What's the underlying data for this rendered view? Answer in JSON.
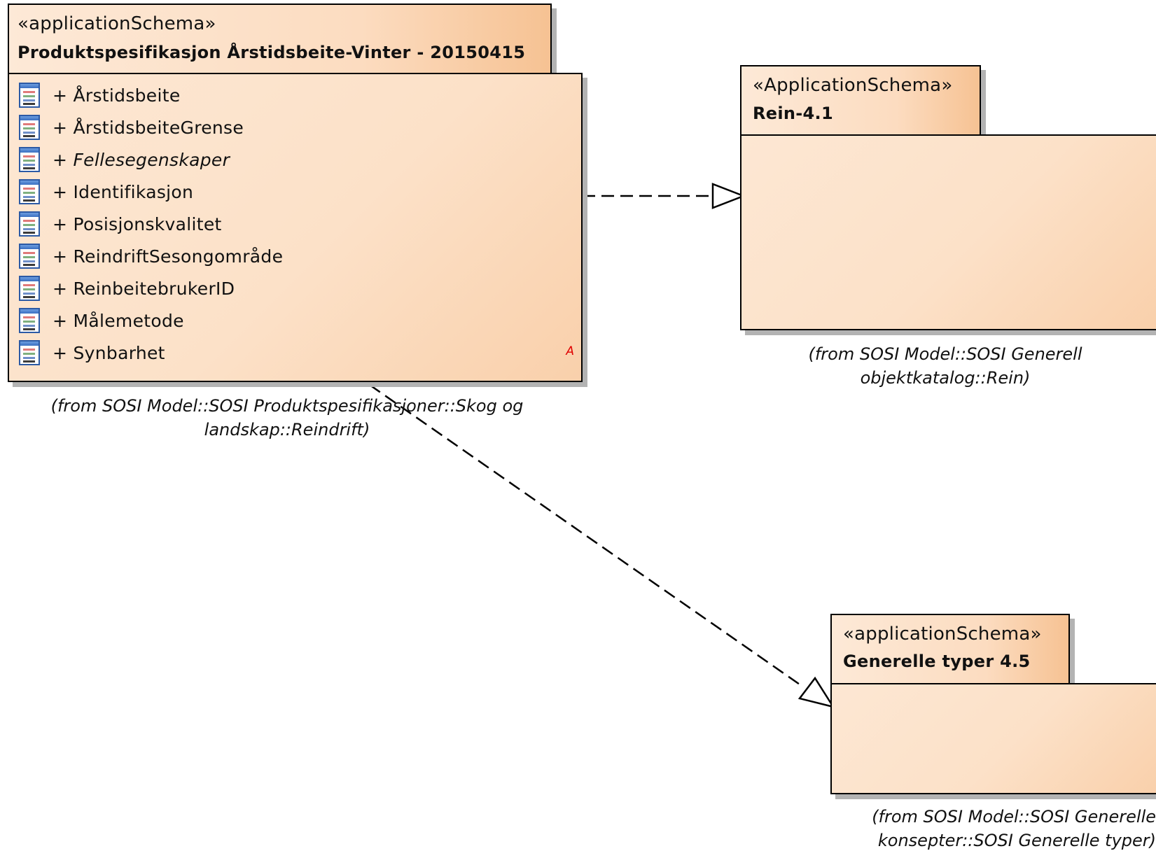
{
  "packages": {
    "main": {
      "stereotype": "«applicationSchema»",
      "name": "Produktspesifikasjon Årstidsbeite-Vinter - 20150415",
      "members": [
        {
          "label": "+ Årstidsbeite",
          "italic": false
        },
        {
          "label": "+ ÅrstidsbeiteGrense",
          "italic": false
        },
        {
          "label": "+ Fellesegenskaper",
          "italic": true
        },
        {
          "label": "+ Identifikasjon",
          "italic": false
        },
        {
          "label": "+ Posisjonskvalitet",
          "italic": false
        },
        {
          "label": "+ ReindriftSesongområde",
          "italic": false
        },
        {
          "label": "+ ReinbeitebrukerID",
          "italic": false
        },
        {
          "label": "+ Målemetode",
          "italic": false
        },
        {
          "label": "+ Synbarhet",
          "italic": false
        }
      ],
      "abstract_marker": "A",
      "from_line1": "(from SOSI Model::SOSI Produktspesifikasjoner::Skog og",
      "from_line2": "landskap::Reindrift)"
    },
    "rein": {
      "stereotype": "«ApplicationSchema»",
      "name": "Rein-4.1",
      "from_line1": "(from SOSI Model::SOSI Generell",
      "from_line2": "objektkatalog::Rein)"
    },
    "generelle": {
      "stereotype": "«applicationSchema»",
      "name": "Generelle typer 4.5",
      "from_line1": "(from SOSI Model::SOSI Generelle",
      "from_line2": "konsepter::SOSI Generelle typer)"
    }
  },
  "colors": {
    "package_fill": "#fce1c8",
    "tab_accent": "#f6c293",
    "border": "#000000",
    "shadow": "#b3b3b3",
    "abstract_marker": "#e00000"
  },
  "icons": {
    "member_icon": "class-icon"
  }
}
